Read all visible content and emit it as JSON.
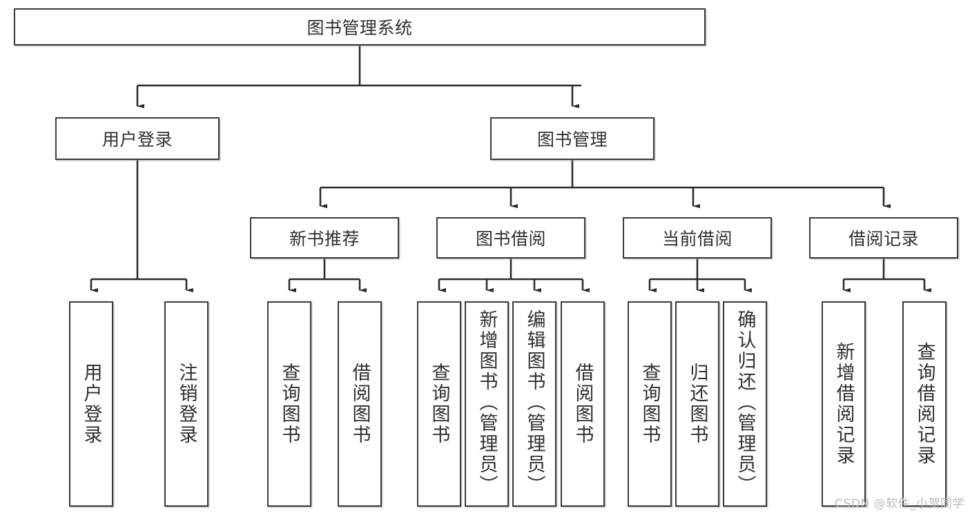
{
  "diagram": {
    "title": "图书管理系统",
    "type": "tree-hierarchy-diagram",
    "root": {
      "id": "root",
      "label": "图书管理系统"
    },
    "level2": [
      {
        "id": "user-login",
        "label": "用户登录"
      },
      {
        "id": "book-manage",
        "label": "图书管理"
      }
    ],
    "level3": [
      {
        "id": "new-book-rec",
        "label": "新书推荐"
      },
      {
        "id": "book-borrow",
        "label": "图书借阅"
      },
      {
        "id": "current-borrow",
        "label": "当前借阅"
      },
      {
        "id": "borrow-record",
        "label": "借阅记录"
      }
    ],
    "leaves": {
      "user_login": [
        {
          "id": "leaf-user-login",
          "label": "用户登录"
        },
        {
          "id": "leaf-logout-login",
          "label": "注销登录"
        }
      ],
      "new_book_rec": [
        {
          "id": "leaf-query-book-1",
          "label": "查询图书"
        },
        {
          "id": "leaf-borrow-book-1",
          "label": "借阅图书"
        }
      ],
      "book_borrow": [
        {
          "id": "leaf-query-book-2",
          "label": "查询图书"
        },
        {
          "id": "leaf-add-book",
          "label": "新增图书（管理员）"
        },
        {
          "id": "leaf-edit-book",
          "label": "编辑图书（管理员）"
        },
        {
          "id": "leaf-borrow-book-2",
          "label": "借阅图书"
        }
      ],
      "current_borrow": [
        {
          "id": "leaf-query-book-3",
          "label": "查询图书"
        },
        {
          "id": "leaf-return-book",
          "label": "归还图书"
        },
        {
          "id": "leaf-confirm-return",
          "label": "确认归还（管理员）"
        }
      ],
      "borrow_record": [
        {
          "id": "leaf-add-record",
          "label": "新增借阅记录"
        },
        {
          "id": "leaf-query-record",
          "label": "查询借阅记录"
        }
      ]
    }
  },
  "watermark": {
    "text": "CSDN @软件_小贺同学"
  },
  "colors": {
    "border": "#3a3a3a",
    "text": "#2f2f2f",
    "background": "#ffffff",
    "line": "#2b2b2b",
    "watermark": "#b9b9b9"
  }
}
